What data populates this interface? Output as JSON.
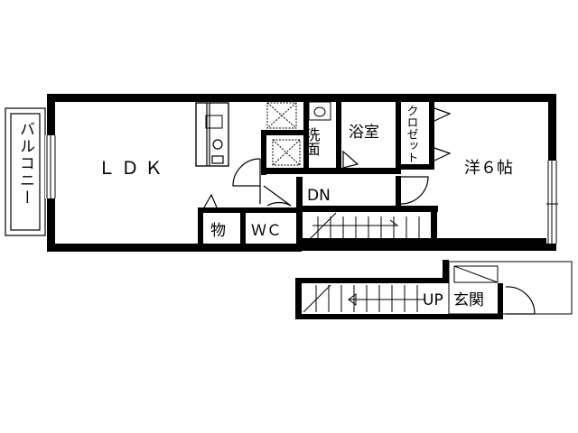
{
  "labels": {
    "balcony": "バルコニー",
    "ldk": "ＬＤＫ",
    "washroom": "洗面",
    "bathroom": "浴室",
    "closet": "クロゼット",
    "western_room": "洋６帖",
    "storage": "物",
    "toilet": "ＷＣ",
    "stairs_down": "DN",
    "stairs_up": "UP",
    "entrance": "玄関"
  }
}
